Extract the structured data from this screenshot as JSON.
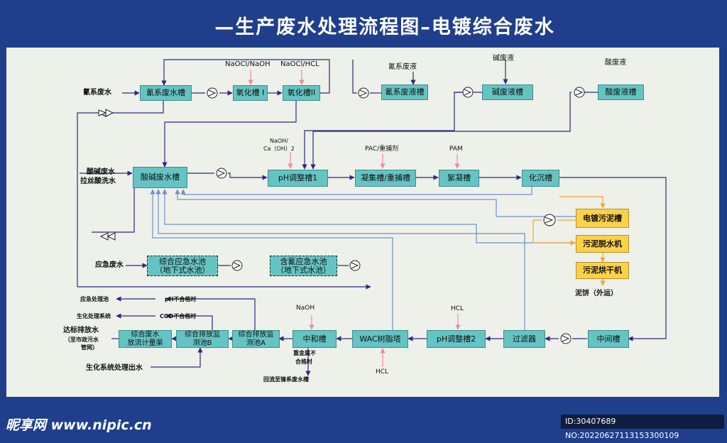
{
  "title": "—生产废水处理流程图–电镀综合废水",
  "units": {
    "cyan_tank": "氰系废水槽",
    "ox1": "氧化槽 I",
    "ox2": "氧化槽II",
    "cyan_liquid_tank": "氰系废液槽",
    "alkali_tank": "碱废液槽",
    "acid_tank": "酸废液槽",
    "acid_alkali_tank": "酸碱废水槽",
    "ph1": "pH调整槽1",
    "coag": "凝集槽/重捕槽",
    "floc": "絮凝槽",
    "settle": "化沉槽",
    "sludge_tank": "电镀污泥槽",
    "dewater": "污泥脱水机",
    "dryer": "污泥烘干机",
    "emg_pool": "综合应急水池\n（地下式水池）",
    "cyan_emg_pool": "含氰应急水池\n（地下式水池）",
    "flow_meter": "综合废水\n放流计量渠",
    "monitor_b": "综合排放监\n测池B",
    "monitor_a": "综合排放监\n测池A",
    "neutral": "中和槽",
    "wac": "WAC树脂塔",
    "ph2": "pH调整槽2",
    "filter": "过滤器",
    "mid_tank": "中间槽"
  },
  "labels": {
    "cyan_waste": "氰系废水",
    "naocl_naoh": "NaOCl/NaOH",
    "naocl_hcl": "NaOCl/HCL",
    "cyan_liquid": "氰系废液",
    "alkali_liquid": "碱废液",
    "acid_liquid": "酸废液",
    "naoh_ca_1": "NaOH/",
    "naoh_ca_2": "Ca（OH）2",
    "pac": "PAC/重捕剂",
    "pam": "PAM",
    "acid_alkali_in_1": "酸碱废水",
    "acid_alkali_in_2": "拉丝酸洗水",
    "emergency_waste": "应急废水",
    "sludge_cake": "泥饼（外运）",
    "emg_process": "应急处理池",
    "bio_system": "生化处理系统",
    "ph_fail": "pH不合格时",
    "cod_fail": "COD不合格时",
    "discharge_1": "达标排放水",
    "discharge_2": "（至市政污水",
    "discharge_3": "管网）",
    "bio_out": "生化系统处理出水",
    "naoh": "NaOH",
    "heavy_metal_1": "重金属不",
    "heavy_metal_2": "合格时",
    "return_ni": "回流至镍系废水槽",
    "hcl_top": "HCL",
    "hcl_bottom": "HCL"
  },
  "footer": {
    "logo": "昵享网 www.nipic.cn",
    "id": "ID:30407689 NO:20220627113153300109"
  },
  "colors": {
    "background": "#1f3e8c",
    "panel": "#eef0ea",
    "tank": "#64c4c3",
    "sludge": "#fcd14a",
    "flow_line": "#2e2a7a",
    "return_line": "#6e92c8",
    "sludge_line": "#f2a53a",
    "chemical_arrow": "#f08a9a"
  }
}
